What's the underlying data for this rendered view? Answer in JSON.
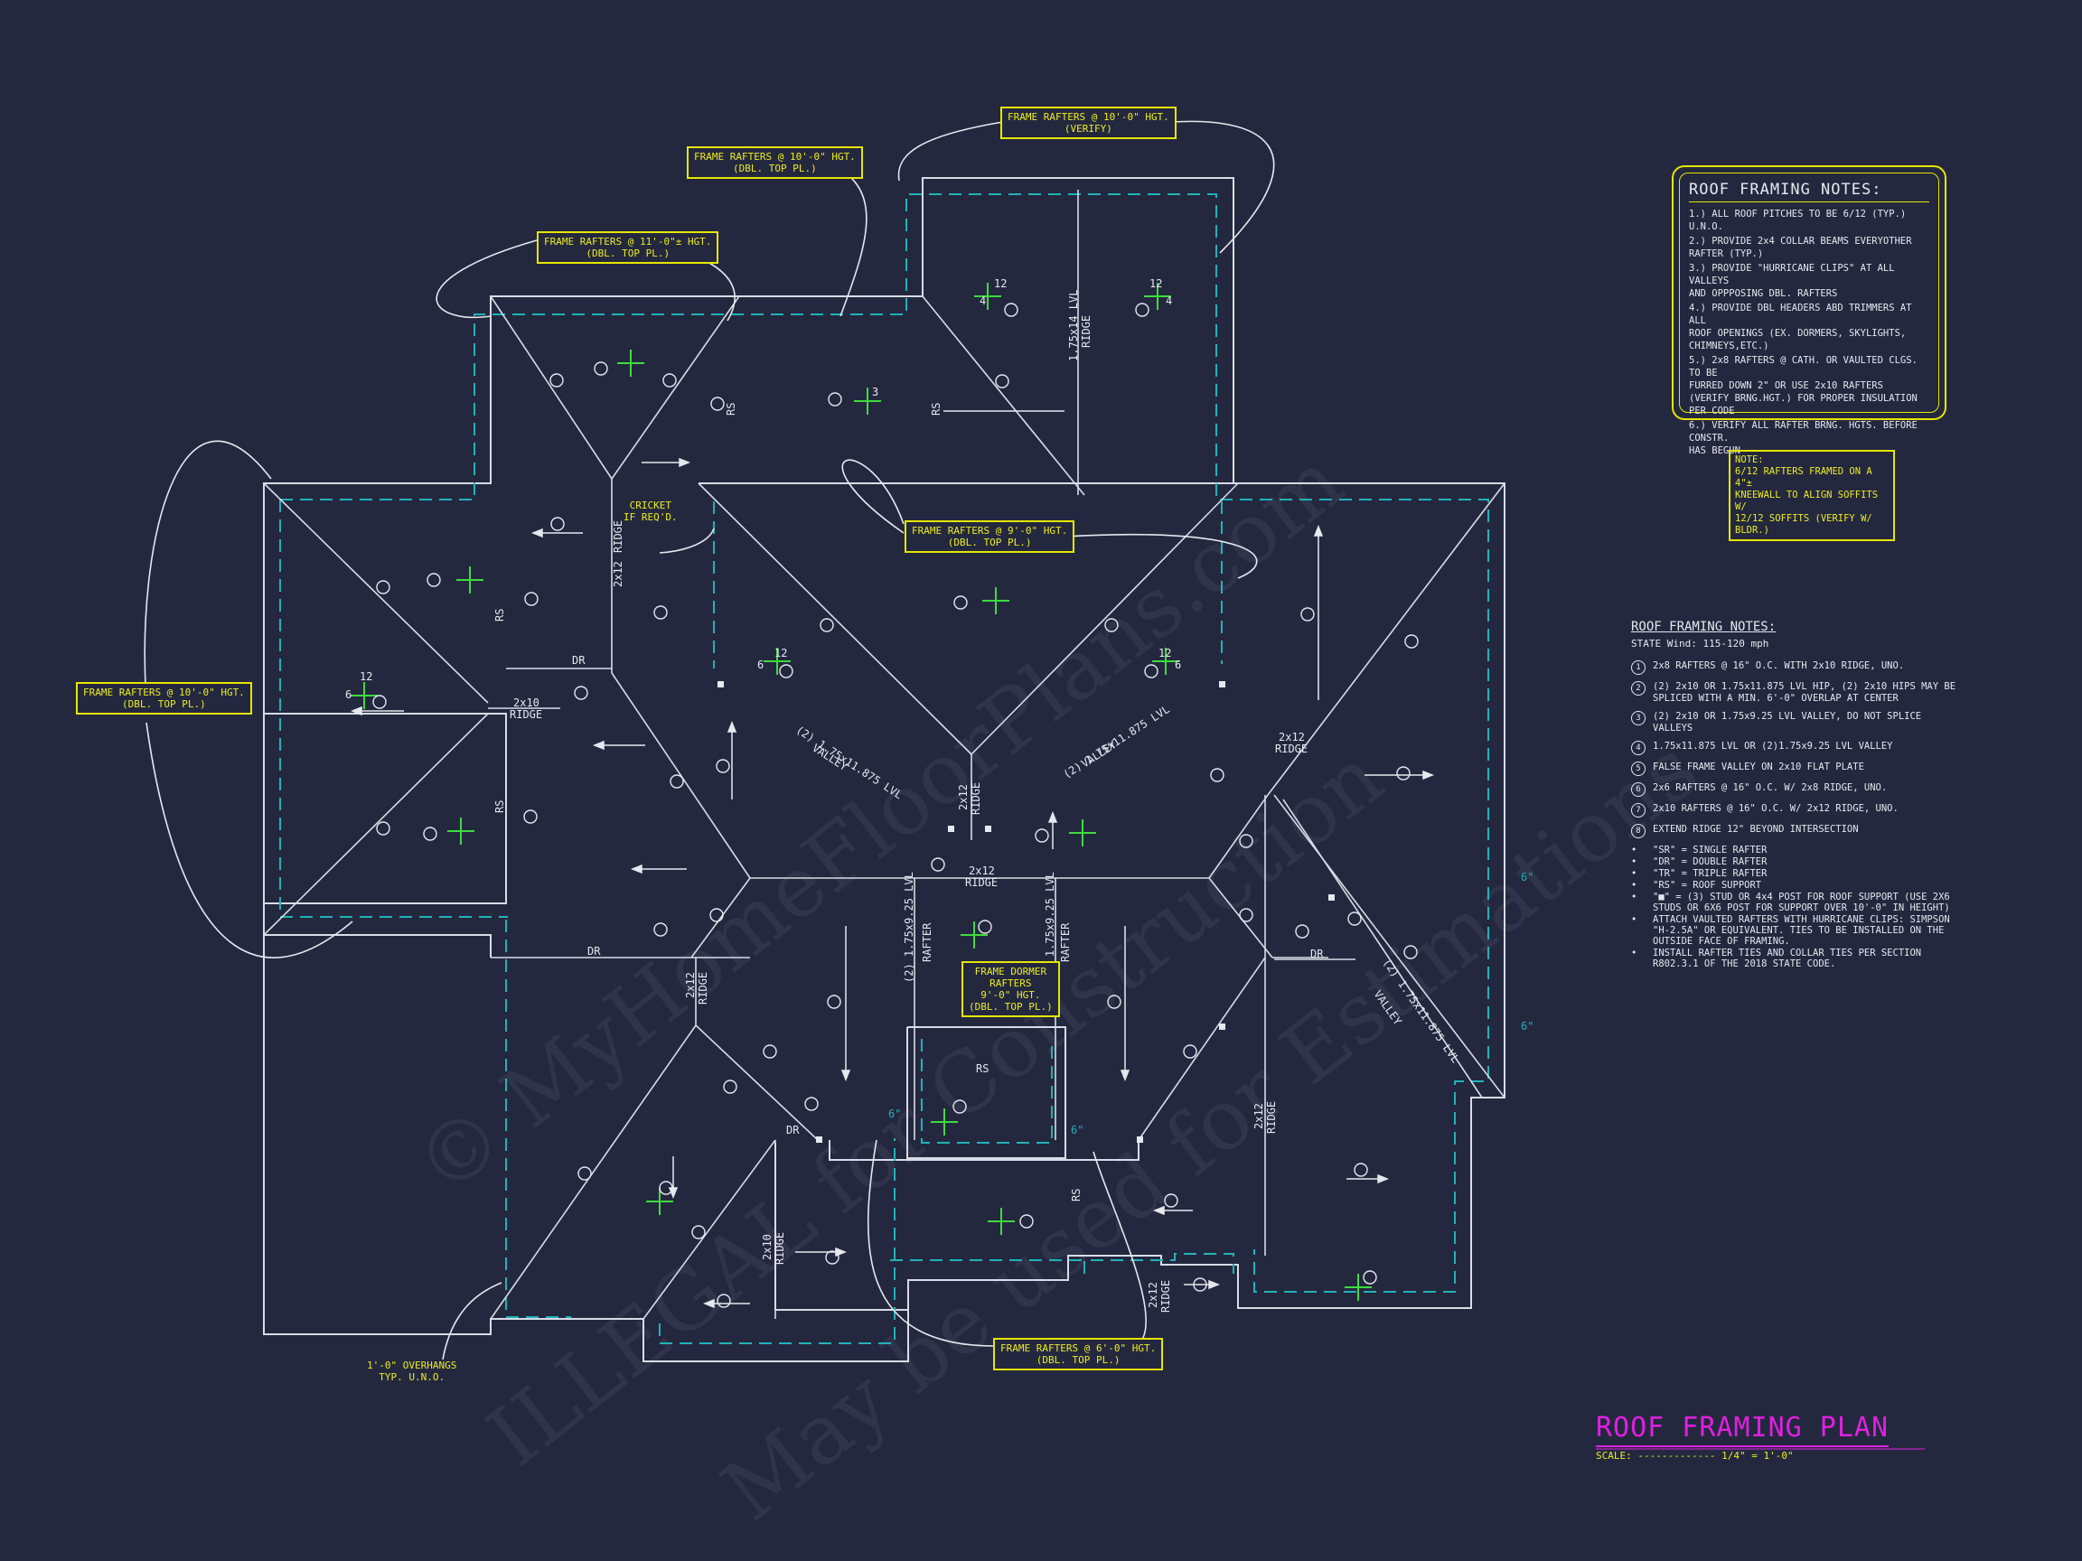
{
  "watermark": {
    "line1": "© MyHomeFloorPlans.com",
    "line2": "ILLEGAL for Construction",
    "line3": "May be used for Estimations"
  },
  "callouts": {
    "top_center": [
      "FRAME RAFTERS @ 10'-0\" HGT.",
      "(VERIFY)"
    ],
    "top_left2": [
      "FRAME RAFTERS @ 10'-0\" HGT.",
      "(DBL. TOP PL.)"
    ],
    "top_left1": [
      "FRAME RAFTERS @ 11'-0\"± HGT.",
      "(DBL. TOP PL.)"
    ],
    "left": [
      "FRAME RAFTERS @ 10'-0\" HGT.",
      "(DBL. TOP PL.)"
    ],
    "center": [
      "FRAME RAFTERS @ 9'-0\" HGT.",
      "(DBL. TOP PL.)"
    ],
    "dormer": [
      "FRAME DORMER",
      "RAFTERS",
      "9'-0\" HGT.",
      "(DBL. TOP PL.)"
    ],
    "bottom": [
      "FRAME RAFTERS @ 6'-0\" HGT.",
      "(DBL. TOP PL.)"
    ]
  },
  "labels": {
    "cricket": [
      "CRICKET",
      "IF REQ'D."
    ],
    "overhangs": [
      "1'-0\" OVERHANGS",
      "TYP. U.N.O."
    ]
  },
  "plan_text": {
    "ridge_2x10": [
      "2x10",
      "RIDGE"
    ],
    "ridge_2x12_center": [
      "2x12",
      "RIDGE"
    ],
    "ridge_2x12_right": [
      "2x12",
      "RIDGE"
    ],
    "dr": "DR",
    "rs": "RS",
    "valley_left": [
      "(2) 1.75x11.875 LVL",
      "VALLEY"
    ],
    "valley_right": [
      "(2) 1.75x11.875 LVL",
      "VALLEY"
    ],
    "valley_far_right": [
      "(2) 1.75x11.875 LVL",
      "VALLEY"
    ],
    "lvl_ridge_top": [
      "1.75x14 LVL",
      "RIDGE"
    ],
    "lvl_rafter_left": [
      "(2) 1.75x9.25 LVL",
      "RAFTER"
    ],
    "lvl_rafter_right": [
      "(2) 1.75x9.25 LVL",
      "RAFTER"
    ],
    "ridge_2x12_vert": [
      "2x12",
      "RIDGE"
    ],
    "ridge_2x10_vert": [
      "2x10",
      "RIDGE"
    ],
    "ridge_2x12_lower": [
      "2x12",
      "RIDGE"
    ],
    "dim_6": "6\"",
    "pitch_12": "12",
    "pitch_6": "6",
    "pitch_4": "4",
    "pitch_3": "3"
  },
  "roof_notes": {
    "title": "ROOF FRAMING NOTES:",
    "items": [
      "1.) ALL ROOF PITCHES TO BE 6/12 (TYP.) U.N.O.",
      "2.) PROVIDE 2x4 COLLAR BEAMS EVERYOTHER\n   RAFTER (TYP.)",
      "3.) PROVIDE \"HURRICANE CLIPS\" AT ALL VALLEYS\n   AND OPPPOSING DBL. RAFTERS",
      "4.) PROVIDE DBL HEADERS ABD TRIMMERS AT ALL\n   ROOF OPENINGS (EX. DORMERS, SKYLIGHTS,\n   CHIMNEYS,ETC.)",
      "5.) 2x8 RAFTERS @ CATH. OR VAULTED CLGS. TO BE\n   FURRED DOWN 2\" OR USE 2x10 RAFTERS\n   (VERIFY BRNG.HGT.) FOR PROPER INSULATION\n   PER CODE",
      "6.) VERIFY ALL RAFTER BRNG. HGTS. BEFORE CONSTR.\n   HAS BEGUN"
    ]
  },
  "note_box": {
    "text": "NOTE:\n6/12 RAFTERS FRAMED ON A 4\"±\nKNEEWALL TO ALIGN SOFFITS W/\n12/12 SOFFITS (VERIFY W/ BLDR.)"
  },
  "legend": {
    "title": "ROOF FRAMING NOTES:",
    "subtitle": "STATE Wind: 115-120 mph",
    "items": [
      {
        "num": "1",
        "text": "2x8 RAFTERS @ 16\" O.C. WITH 2x10 RIDGE, UNO."
      },
      {
        "num": "2",
        "text": "(2) 2x10 OR 1.75x11.875 LVL HIP, (2) 2x10 HIPS MAY BE SPLICED WITH A MIN. 6'-0\" OVERLAP AT CENTER"
      },
      {
        "num": "3",
        "text": "(2) 2x10 OR 1.75x9.25 LVL VALLEY, DO NOT SPLICE VALLEYS"
      },
      {
        "num": "4",
        "text": "1.75x11.875 LVL OR (2)1.75x9.25 LVL VALLEY"
      },
      {
        "num": "5",
        "text": "FALSE FRAME VALLEY ON 2x10 FLAT PLATE"
      },
      {
        "num": "6",
        "text": "2x6 RAFTERS @ 16\" O.C. W/ 2x8 RIDGE, UNO."
      },
      {
        "num": "7",
        "text": "2x10 RAFTERS @ 16\" O.C. W/ 2x12 RIDGE, UNO."
      },
      {
        "num": "8",
        "text": "EXTEND RIDGE 12\" BEYOND INTERSECTION"
      }
    ],
    "bullets": [
      "\"SR\" = SINGLE RAFTER",
      "\"DR\" = DOUBLE RAFTER",
      "\"TR\" = TRIPLE RAFTER",
      "\"RS\" = ROOF SUPPORT",
      "\"■\" = (3) STUD OR 4x4 POST FOR ROOF SUPPORT (USE 2X6 STUDS OR 6X6 POST FOR SUPPORT OVER 10'-0\" IN HEIGHT)",
      "ATTACH VAULTED RAFTERS WITH HURRICANE CLIPS: SIMPSON \"H-2.5A\" OR EQUIVALENT. TIES TO BE INSTALLED ON THE OUTSIDE FACE OF FRAMING.",
      "INSTALL RAFTER TIES AND COLLAR TIES PER SECTION R802.3.1 OF THE 2018 STATE CODE."
    ]
  },
  "title_block": {
    "title": "ROOF FRAMING PLAN",
    "scale_label": "SCALE:",
    "scale_value": "1/4\" = 1'-0\""
  },
  "colors": {
    "background": "#24283f",
    "linework": "#d8dce6",
    "overhang_dash": "#1fb3b8",
    "callout_yellow": "#e6e600",
    "slope_green": "#3ddc3d",
    "title_magenta": "#e020e0"
  }
}
